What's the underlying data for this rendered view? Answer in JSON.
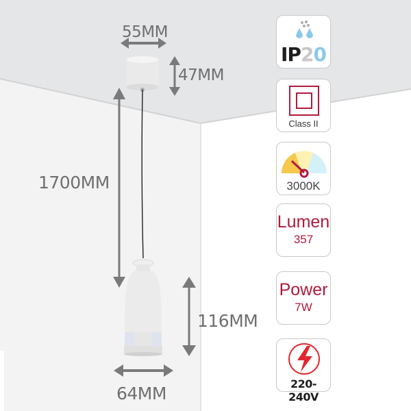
{
  "dimensions": {
    "canopy_width": "55MM",
    "canopy_height": "47MM",
    "cable_length": "1700MM",
    "shade_height": "116MM",
    "shade_width": "64MM"
  },
  "specs": [
    {
      "icon": "ip-rating-icon",
      "prefix": "IP",
      "value": "20"
    },
    {
      "icon": "class-ii-icon",
      "label": "Class II"
    },
    {
      "icon": "color-temperature-gauge-icon",
      "label": "3000K"
    },
    {
      "title": "Lumen",
      "value": "357"
    },
    {
      "title": "Power",
      "value": "7W"
    },
    {
      "icon": "lightning-bolt-icon",
      "label": "220-240V"
    }
  ],
  "colors": {
    "accent_red": "#b01a3c",
    "dimension_gray": "#6f6f6f",
    "ip_blue": "#8cc8ea"
  }
}
